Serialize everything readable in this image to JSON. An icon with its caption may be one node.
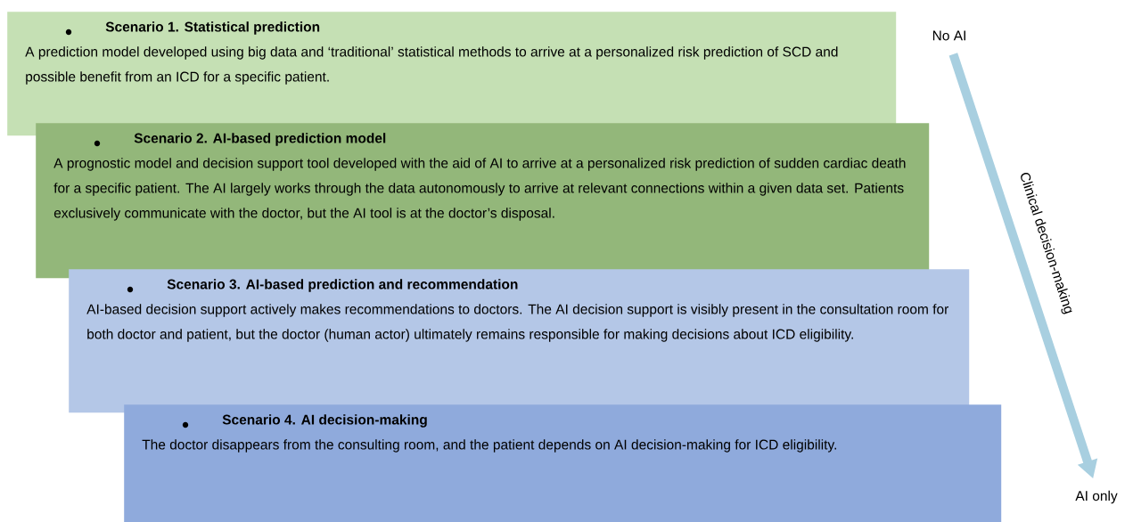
{
  "diagram": {
    "nodes": [
      {
        "text": [
          "Scenario 1. Statistical prediction",
          "A prediction model developed using big data and ‘traditional’ statistical methods to arrive at a personalized risk prediction of SCD and possible benefit from an ICD for a specific patient."
        ]
      },
      {
        "text": [
          "Scenario 2. AI-based prediction model",
          "A prognostic model and decision support tool developed with the aid of AI to arrive at a personalized risk prediction of sudden cardiac death for a specific patient. The AI largely works through the data autonomously to arrive at relevant connections within a given data set. Patients exclusively communicate with the doctor, but the AI tool is at the doctor’s disposal."
        ]
      },
      {
        "text": [
          "Scenario 3. AI-based prediction and recommendation",
          "AI-based decision support actively makes recommendations to doctors. The AI decision support is visibly present in the consultation room for both doctor and patient, but the doctor (human actor) ultimately remains responsible for making decisions about ICD eligibility."
        ]
      },
      {
        "text": [
          "Scenario 4. AI decision-making",
          "The doctor disappears from the consulting room, and the patient depends on AI decision-making for ICD eligibility."
        ]
      },
      {
        "text": [
          "No AI"
        ]
      },
      {
        "text": [
          "AI only"
        ]
      }
    ],
    "edges": [
      {
        "from": 4,
        "to": 5,
        "arrow": "to",
        "label": "Clinical decision-making"
      }
    ]
  }
}
